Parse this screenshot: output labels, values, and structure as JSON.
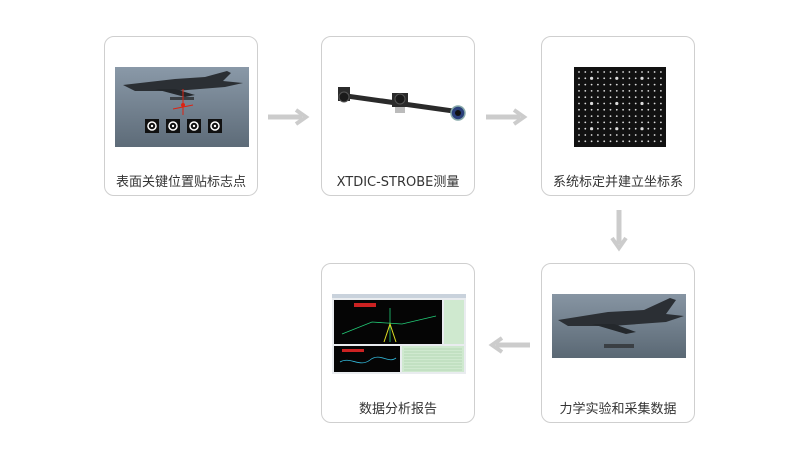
{
  "steps": [
    {
      "label": "表面关键位置贴标志点"
    },
    {
      "label": "XTDIC-STROBE测量"
    },
    {
      "label": "系统标定并建立坐标系"
    },
    {
      "label": "力学实验和采集数据"
    },
    {
      "label": "数据分析报告"
    }
  ],
  "colors": {
    "card_border": "#cfcfcf",
    "arrow": "#cccccc",
    "text": "#333333"
  }
}
